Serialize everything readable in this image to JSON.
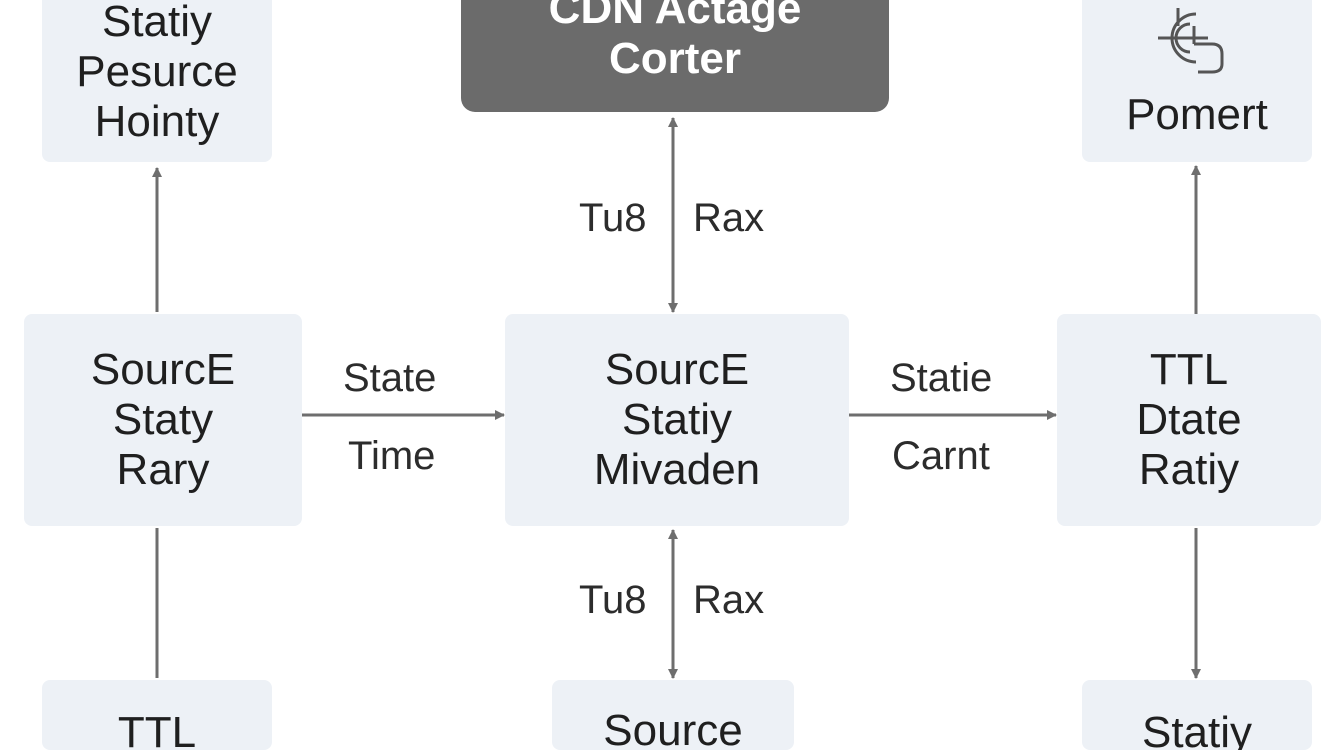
{
  "nodes": {
    "top_left": {
      "lines": [
        "Statiy",
        "Pesurce",
        "Hointy"
      ]
    },
    "top_center": {
      "lines": [
        "CDN Actage",
        "Corter"
      ]
    },
    "top_right": {
      "lines": [
        "Pomert"
      ]
    },
    "mid_left": {
      "lines": [
        "SourcE",
        "Staty",
        "Rary"
      ]
    },
    "mid_center": {
      "lines": [
        "SourcE",
        "Statiy",
        "Mivaden"
      ]
    },
    "mid_right": {
      "lines": [
        "TTL",
        "Dtate",
        "Ratiy"
      ]
    },
    "bottom_left": {
      "lines": [
        "TTL"
      ]
    },
    "bottom_center": {
      "lines": [
        "Source"
      ]
    },
    "bottom_right": {
      "lines": [
        "Statiy"
      ]
    }
  },
  "edge_labels": {
    "center_top_left": "Tu8",
    "center_top_right": "Rax",
    "center_bottom_left": "Tu8",
    "center_bottom_right": "Rax",
    "left_mid_top": "State",
    "left_mid_bottom": "Time",
    "right_mid_top": "Statie",
    "right_mid_bottom": "Carnt"
  },
  "icons": {
    "top_right_icon": "network-plug-icon"
  },
  "colors": {
    "node_fill": "#edf1f6",
    "dark_node_fill": "#6b6b6b",
    "connector": "#6e6e6e"
  }
}
